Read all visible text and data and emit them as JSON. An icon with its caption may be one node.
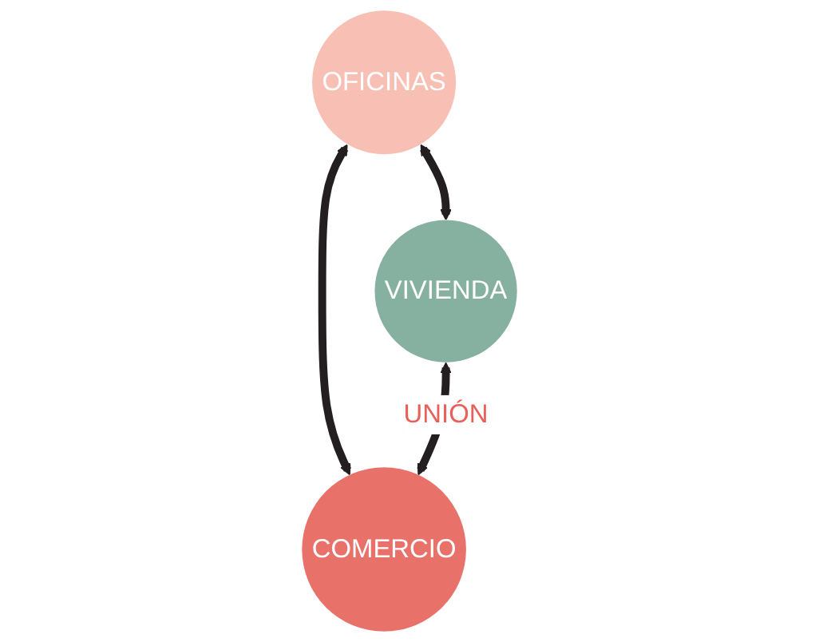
{
  "diagram": {
    "nodes": [
      {
        "text": [
          "OFICINAS"
        ]
      },
      {
        "text": [
          "VIVIENDA"
        ]
      },
      {
        "text": [
          "COMERCIO"
        ]
      }
    ],
    "edges": [
      {
        "from": 0,
        "to": 1,
        "arrow": "both"
      },
      {
        "from": 0,
        "to": 2,
        "arrow": "both"
      },
      {
        "from": 1,
        "to": 2,
        "arrow": "both",
        "label": "UNIÓN"
      }
    ]
  }
}
